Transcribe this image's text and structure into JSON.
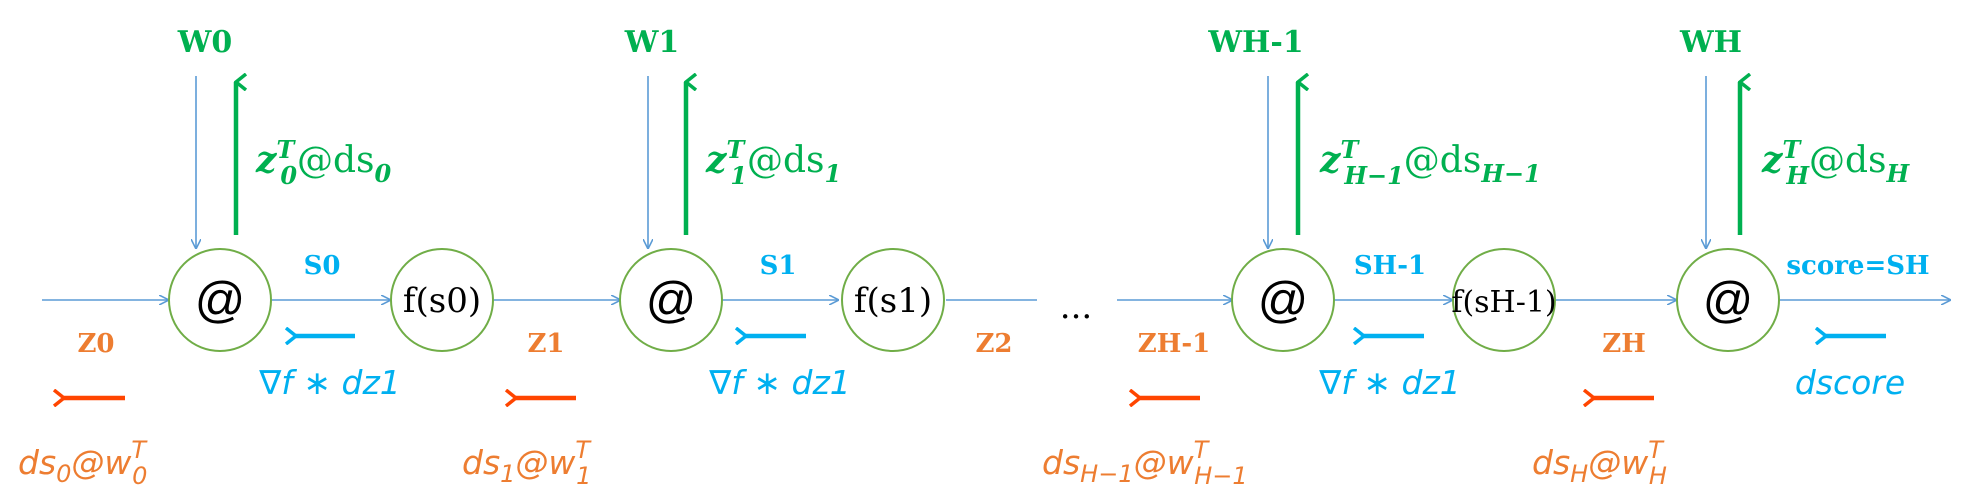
{
  "colors": {
    "forward_line": "#5b9bd5",
    "weight_grad": "#00b050",
    "signal_grad": "#00b0f0",
    "backprop": "#ff4500",
    "node_stroke": "#70ad47",
    "z_label": "#ed7d31"
  },
  "weights": [
    "W0",
    "W1",
    "WH-1",
    "WH"
  ],
  "weight_grads": [
    {
      "base": "z",
      "sup": "T",
      "sub": "0",
      "mid": "@ds",
      "sub2": "0"
    },
    {
      "base": "z",
      "sup": "T",
      "sub": "1",
      "mid": "@ds",
      "sub2": "1"
    },
    {
      "base": "z",
      "sup": "T",
      "sub": "H−1",
      "mid": "@ds",
      "sub2": "H−1"
    },
    {
      "base": "z",
      "sup": "T",
      "sub": "H",
      "mid": "@ds",
      "sub2": "H"
    }
  ],
  "matmul_symbol": "@",
  "activations": [
    "f(s0)",
    "f(s1)",
    "f(sH-1)"
  ],
  "s_labels": [
    "S0",
    "S1",
    "SH-1",
    "score=SH"
  ],
  "z_labels": [
    "Z0",
    "Z1",
    "Z2",
    "ZH-1",
    "ZH"
  ],
  "ellipsis": "...",
  "grad_f": [
    "∇f ∗ dz1",
    "∇f ∗ dz1",
    "∇f ∗ dz1"
  ],
  "dscore": "dscore",
  "ds_back": [
    {
      "a": "ds",
      "asub": "0",
      "mid": "@w",
      "bsub": "0",
      "sup": "T"
    },
    {
      "a": "ds",
      "asub": "1",
      "mid": "@w",
      "bsub": "1",
      "sup": "T"
    },
    {
      "a": "ds",
      "asub": "H−1",
      "mid": "@w",
      "bsub": "H−1",
      "sup": "T"
    },
    {
      "a": "ds",
      "asub": "H",
      "mid": "@w",
      "bsub": "H",
      "sup": "T"
    }
  ]
}
